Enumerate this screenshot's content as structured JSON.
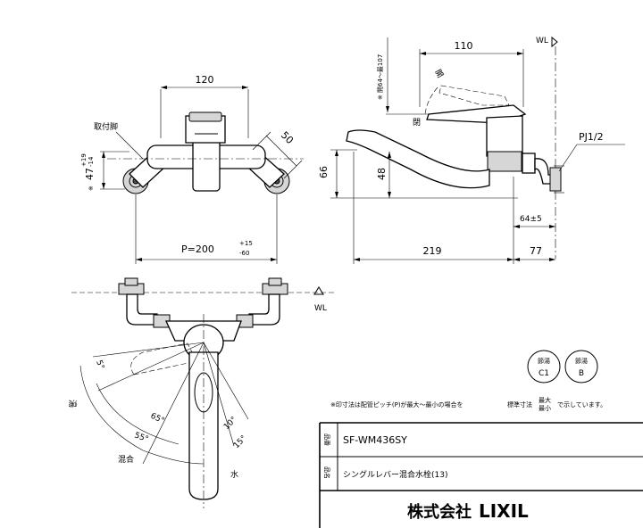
{
  "front_view": {
    "dim_top": "120",
    "label_mount": "取付脚",
    "dim_height": "47",
    "tol_height_plus": "+19",
    "tol_height_minus": "-14",
    "mark_height": "※",
    "dim_angle": "50",
    "pitch_label": "P=200",
    "pitch_tol_plus": "+15",
    "pitch_tol_minus": "-60"
  },
  "side_view": {
    "dim_top": "110",
    "label_wl": "WL",
    "range_label": "開64～最107",
    "mark_range": "※",
    "label_open": "開",
    "label_closed": "閉",
    "dim_66": "66",
    "dim_48": "48",
    "label_pj": "PJ1/2",
    "dim_64_5": "64±5",
    "dim_219": "219",
    "dim_77": "77"
  },
  "plan_view": {
    "label_wl": "WL",
    "angle_5": "5°",
    "angle_65": "65°",
    "angle_55": "55°",
    "angle_10": "10°",
    "angle_15": "15°",
    "label_hot": "湯",
    "label_mixed": "混合",
    "label_water": "水"
  },
  "badges": [
    {
      "top": "節湯",
      "bottom": "C1"
    },
    {
      "top": "節湯",
      "bottom": "B"
    }
  ],
  "note": {
    "prefix": "※印寸法は配管ピッチ(P)が最大～最小の場合を",
    "standard": "標準寸法",
    "max_min_top": "最大",
    "max_min_bottom": "最小",
    "suffix": "で示しています。"
  },
  "title_block": {
    "label_part_no": "品番",
    "part_no": "SF-WM436SY",
    "label_name": "品名",
    "name": "シングルレバー混合水栓(13)",
    "company": "株式会社",
    "brand": "LIXIL"
  }
}
